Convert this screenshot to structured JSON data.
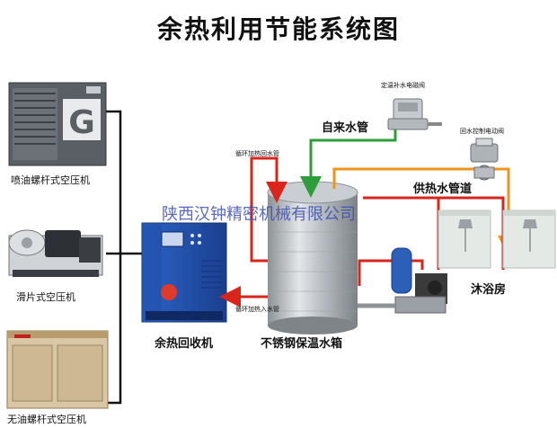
{
  "title": "余热利用节能系统图",
  "watermark": "陕西汉钟精密机械有限公司",
  "compressors": {
    "oil_screw": "喷油螺杆式空压机",
    "sliding_vane": "滑片式空压机",
    "oil_free_screw": "无油螺杆式空压机"
  },
  "recovery_unit": "余热回收机",
  "tank": "不锈钢保温水箱",
  "pipes": {
    "tap_water": "自来水管",
    "hot_water_supply": "供热水管道",
    "circulating_hot_return": "循环加热回水管",
    "circulating_heat_in": "循环加热入水管"
  },
  "valves": {
    "solenoid_makeup": "定温补水电磁阀",
    "return_electric": "回水控制电动阀"
  },
  "bathroom": "沐浴房",
  "colors": {
    "red": "#d9251c",
    "green": "#2f9e3a",
    "orange": "#f0951c",
    "black": "#111111",
    "watermark": "#3c4fb0"
  }
}
